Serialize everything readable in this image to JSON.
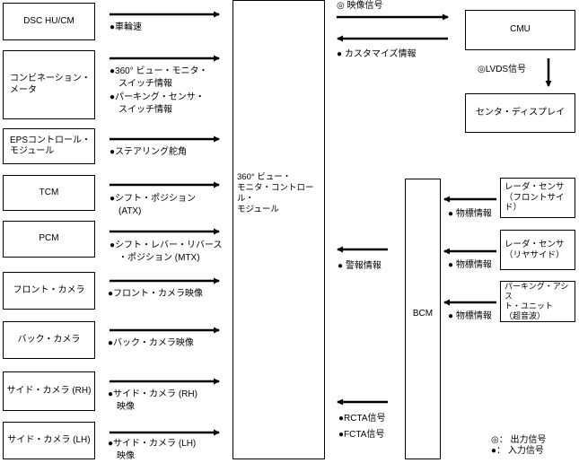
{
  "inputs": [
    {
      "unit": "DSC HU/CM",
      "signal": "●車輪速"
    },
    {
      "unit": "コンビネーション・\nメータ",
      "signal": "●360° ビュー・モニタ・\n　スイッチ情報",
      "signal2": "●パーキング・センサ・\n　スイッチ情報"
    },
    {
      "unit": "EPSコントロール・\nモジュール",
      "signal": "●ステアリング舵角"
    },
    {
      "unit": "TCM",
      "signal": "●シフト・ポジション\n　(ATX)"
    },
    {
      "unit": "PCM",
      "signal": "●シフト・レバー・リバース\n　・ポジション (MTX)"
    },
    {
      "unit": "フロント・カメラ",
      "signal": "●フロント・カメラ映像"
    },
    {
      "unit": "バック・カメラ",
      "signal": "●バック・カメラ映像"
    },
    {
      "unit": "サイド・カメラ (RH)",
      "signal": "●サイド・カメラ (RH)\n　映像"
    },
    {
      "unit": "サイド・カメラ (LH)",
      "signal": "●サイド・カメラ (LH)\n　映像"
    }
  ],
  "center_module": "360° ビュー・\nモニタ・コントロール・\nモジュール",
  "cmu": {
    "label": "CMU",
    "video_signal": "◎ 映像信号",
    "customize_info": "● カスタマイズ情報",
    "lvds_signal": "◎LVDS信号"
  },
  "center_display": "センタ・ディスプレイ",
  "bcm": {
    "label": "BCM",
    "alarm_info": "● 警報情報",
    "rcta_signal": "●RCTA信号",
    "fcta_signal": "●FCTA信号"
  },
  "sensors": [
    {
      "unit": "レーダ・センサ\n（フロントサイド）",
      "signal": "● 物標情報"
    },
    {
      "unit": "レーダ・センサ\n（リヤサイド）",
      "signal": "● 物標情報"
    },
    {
      "unit": "パーキング・アシス\nト・ユニット\n（超音波）",
      "signal": "● 物標情報"
    }
  ],
  "legend": {
    "output": "◎： 出力信号",
    "input": "●： 入力信号"
  }
}
